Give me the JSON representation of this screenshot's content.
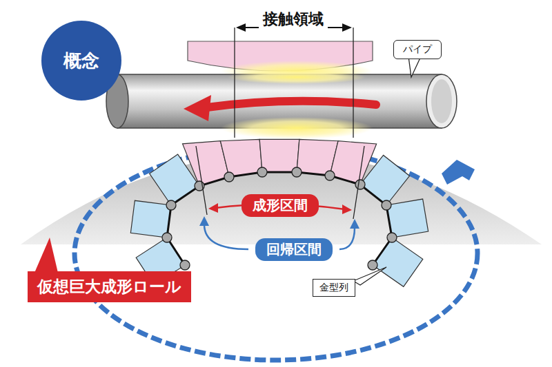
{
  "diagram": {
    "nodes": [
      {
        "text": [
          "概念"
        ]
      },
      {
        "text": [
          "パイプ"
        ]
      },
      {
        "text": [
          "成形区間"
        ]
      },
      {
        "text": [
          "回帰区間"
        ]
      },
      {
        "text": [
          "仮想巨大成形ロール"
        ]
      },
      {
        "text": [
          "金型列"
        ]
      }
    ],
    "labels": [
      "接触領域"
    ]
  }
}
